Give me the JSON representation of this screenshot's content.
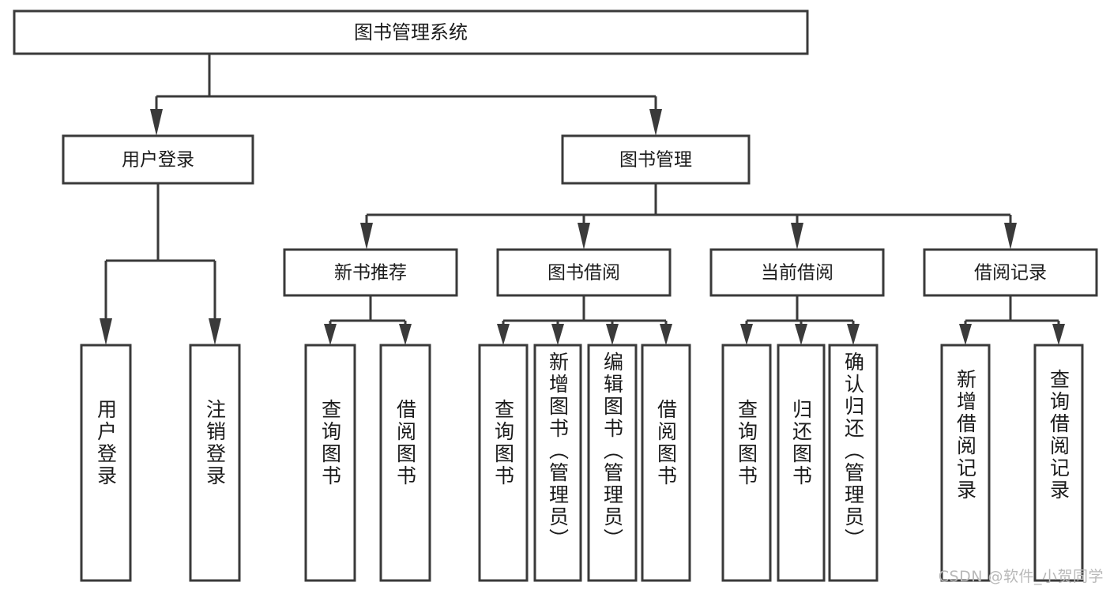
{
  "diagram": {
    "title": "图书管理系统",
    "type": "hierarchy-tree",
    "watermark": "CSDN @软件_小贺同学",
    "colors": {
      "stroke": "#3a3a3a",
      "fill": "#ffffff",
      "text": "#1b1b1b",
      "watermark": "#b9b9b9",
      "background": "#ffffff"
    }
  },
  "root": {
    "label": "图书管理系统"
  },
  "level2": [
    {
      "label": "用户登录"
    },
    {
      "label": "图书管理"
    }
  ],
  "level3": [
    {
      "label": "新书推荐"
    },
    {
      "label": "图书借阅"
    },
    {
      "label": "当前借阅"
    },
    {
      "label": "借阅记录"
    }
  ],
  "leaves": {
    "user_login": [
      {
        "label": "用户登录"
      },
      {
        "label": "注销登录"
      }
    ],
    "new_book_recommend": [
      {
        "label": "查询图书"
      },
      {
        "label": "借阅图书"
      }
    ],
    "book_borrow": [
      {
        "label": "查询图书"
      },
      {
        "label": "新增图书（管理员）"
      },
      {
        "label": "编辑图书（管理员）"
      },
      {
        "label": "借阅图书"
      }
    ],
    "current_borrow": [
      {
        "label": "查询图书"
      },
      {
        "label": "归还图书"
      },
      {
        "label": "确认归还（管理员）"
      }
    ],
    "borrow_record": [
      {
        "label": "新增借阅记录"
      },
      {
        "label": "查询借阅记录"
      }
    ]
  }
}
